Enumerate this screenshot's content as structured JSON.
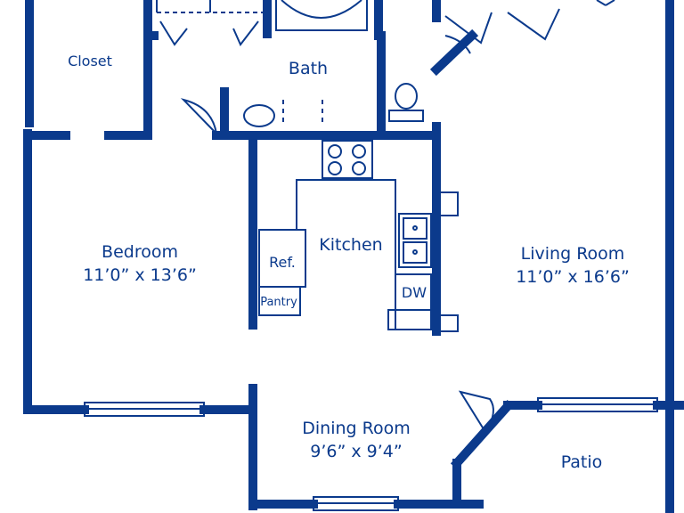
{
  "colors": {
    "wall": "#0b3a8c",
    "background": "#ffffff"
  },
  "rooms": {
    "closet": {
      "label": "Closet"
    },
    "bath": {
      "label": "Bath"
    },
    "bedroom": {
      "label": "Bedroom",
      "dimensions": "11’0” x 13’6”"
    },
    "kitchen": {
      "label": "Kitchen"
    },
    "living": {
      "label": "Living Room",
      "dimensions": "11’0” x 16’6”"
    },
    "dining": {
      "label": "Dining Room",
      "dimensions": "9’6” x 9’4”"
    },
    "patio": {
      "label": "Patio"
    }
  },
  "fixtures": {
    "refrigerator": "Ref.",
    "pantry": "Pantry",
    "dishwasher": "DW"
  }
}
